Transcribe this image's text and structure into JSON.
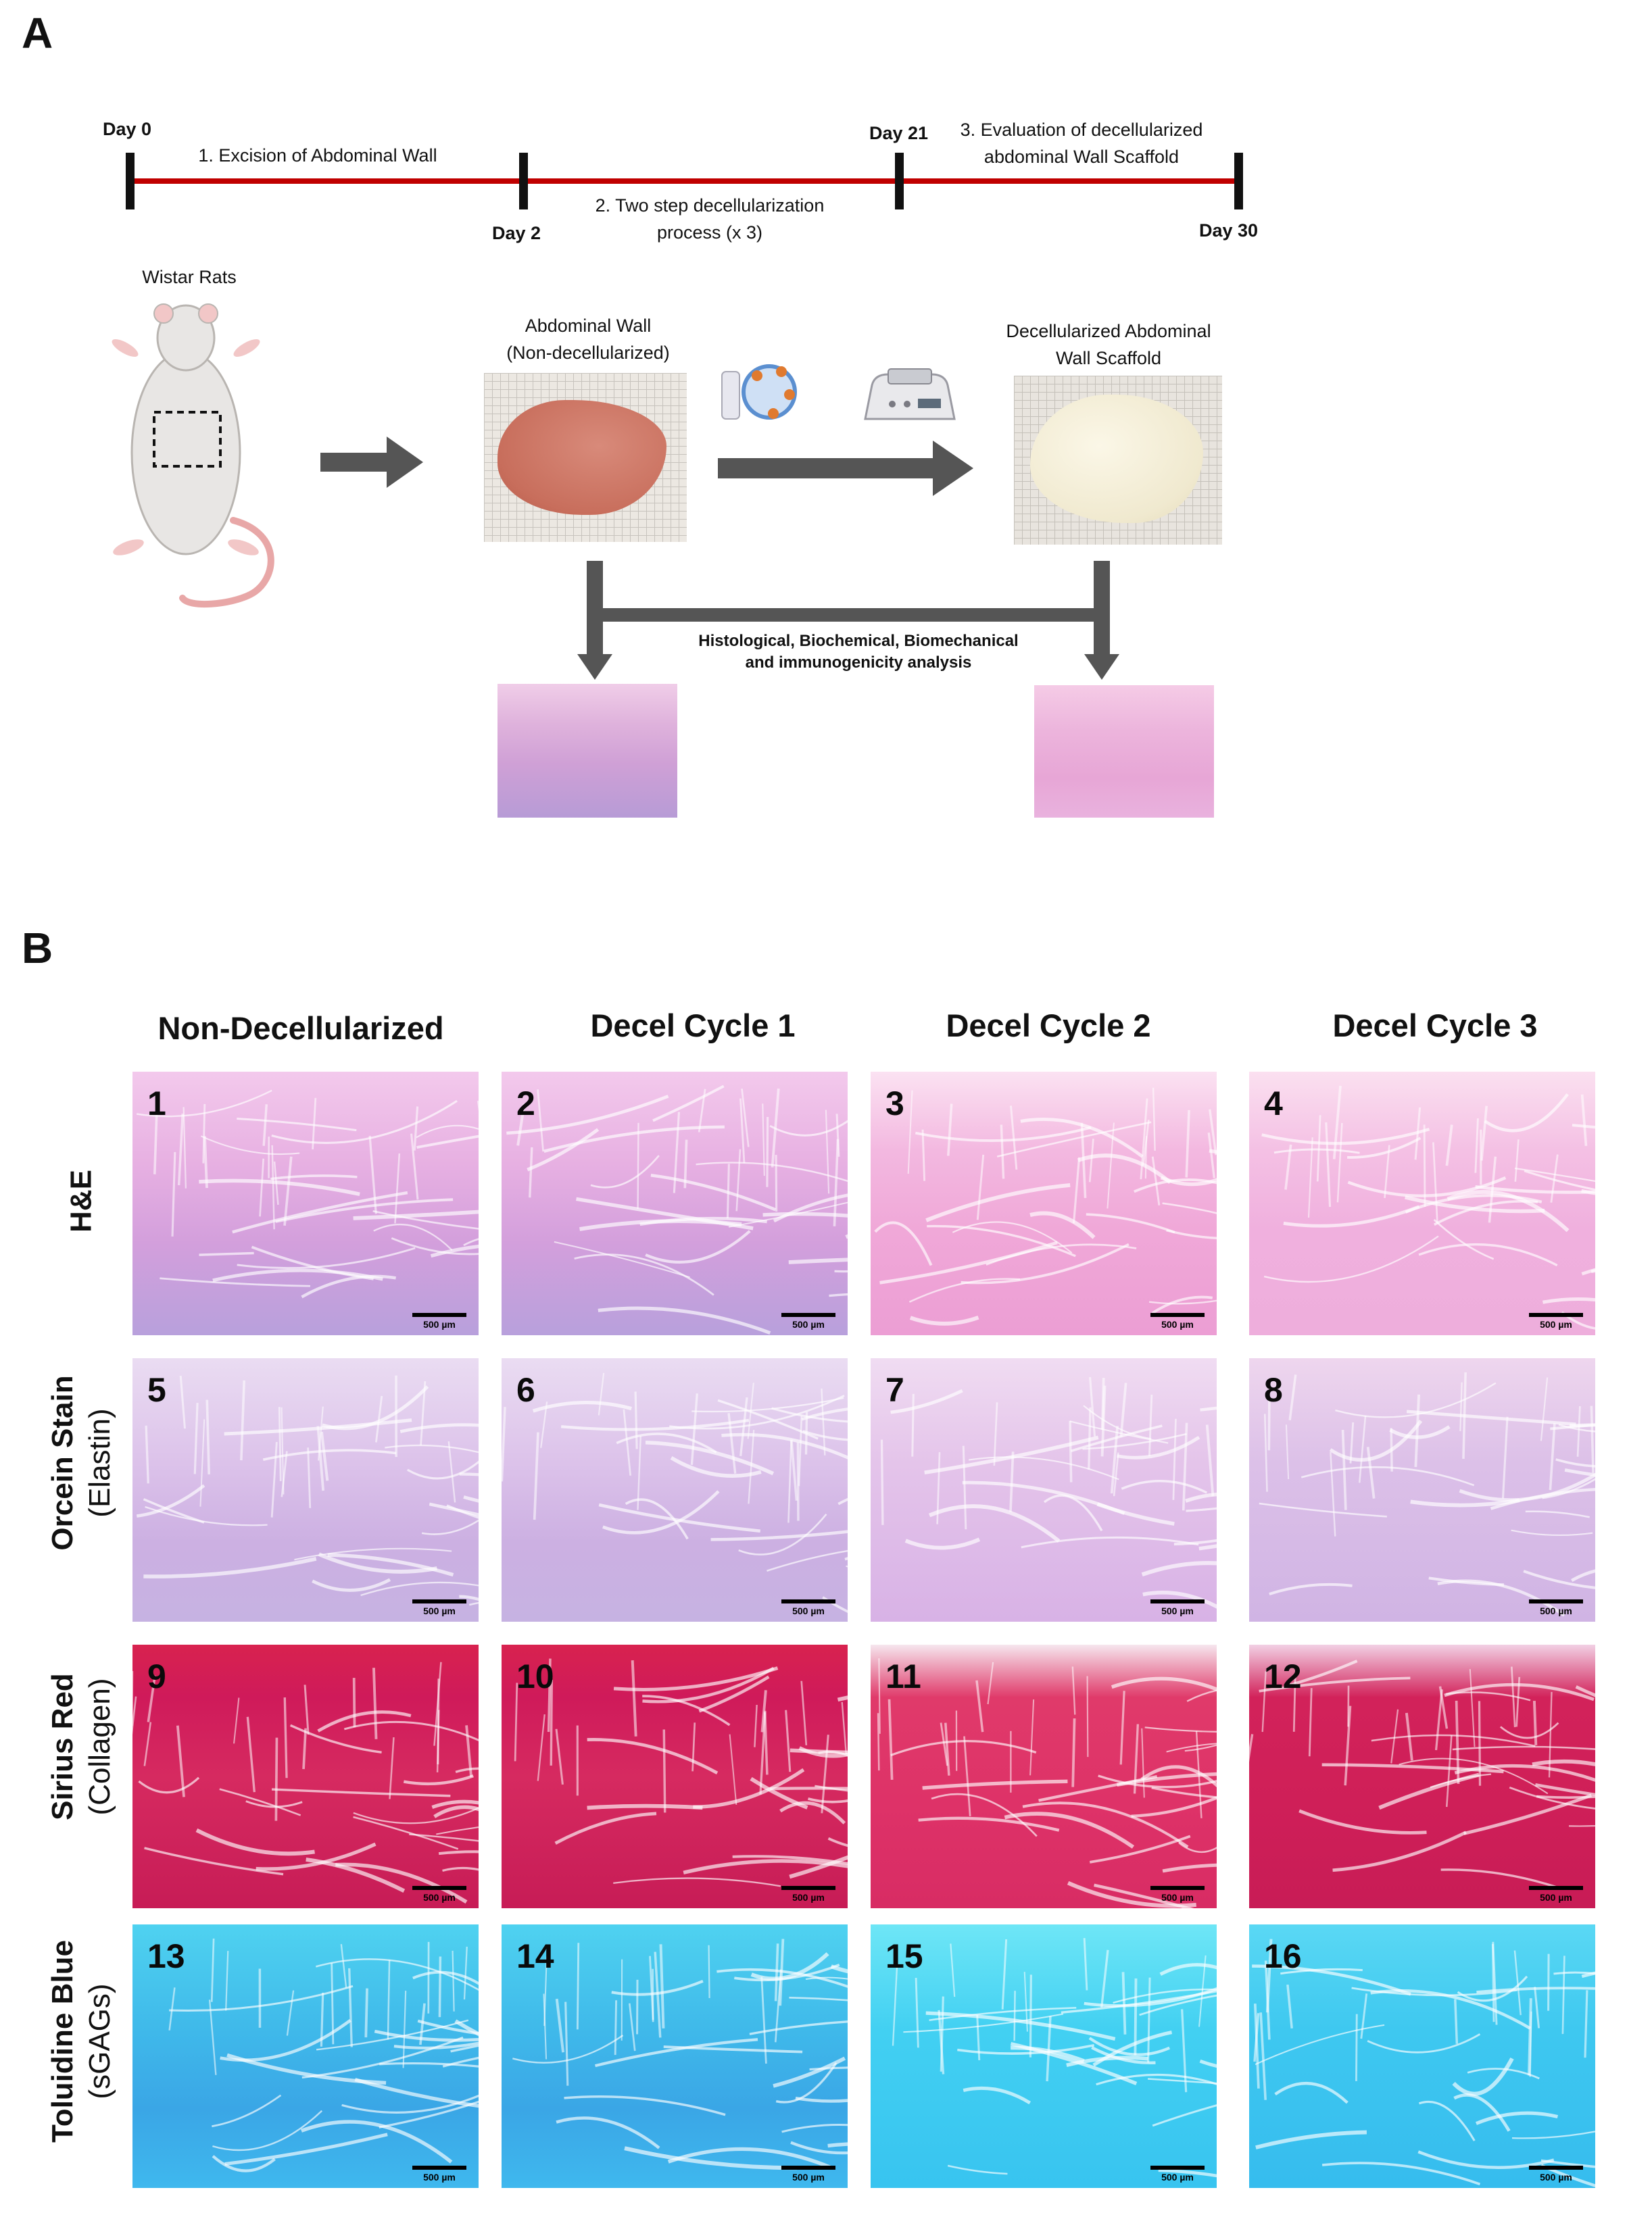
{
  "panel_a": {
    "letter": "A",
    "timeline": {
      "day0": "Day 0",
      "day2": "Day 2",
      "day21": "Day 21",
      "day30": "Day 30",
      "step1": "1. Excision of Abdominal Wall",
      "step2_line1": "2. Two step decellularization",
      "step2_line2": "process (x 3)",
      "step3_line1": "3. Evaluation of decellularized",
      "step3_line2": "abdominal Wall Scaffold",
      "line_color": "#c00000"
    },
    "rat_label": "Wistar Rats",
    "native_label_line1": "Abdominal Wall",
    "native_label_line2": "(Non-decellularized)",
    "decel_label_line1": "Decellularized Abdominal",
    "decel_label_line2": "Wall Scaffold",
    "analysis_line1": "Histological, Biochemical, Biomechanical",
    "analysis_line2": "and immunogenicity analysis"
  },
  "panel_b": {
    "letter": "B",
    "columns": [
      "Non-Decellularized",
      "Decel Cycle 1",
      "Decel Cycle 2",
      "Decel Cycle 3"
    ],
    "rows": [
      {
        "title": "H&E",
        "subtitle": ""
      },
      {
        "title": "Orcein Stain",
        "subtitle": "(Elastin)"
      },
      {
        "title": "Sirius Red",
        "subtitle": "(Collagen)"
      },
      {
        "title": "Toluidine Blue",
        "subtitle": "(sGAGs)"
      }
    ],
    "tile_numbers": [
      [
        "1",
        "2",
        "3",
        "4"
      ],
      [
        "5",
        "6",
        "7",
        "8"
      ],
      [
        "9",
        "10",
        "11",
        "12"
      ],
      [
        "13",
        "14",
        "15",
        "16"
      ]
    ],
    "scale_label": "500 µm"
  }
}
